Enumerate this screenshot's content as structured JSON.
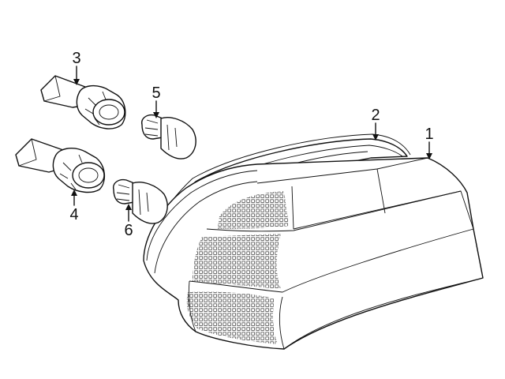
{
  "callouts": [
    {
      "id": "1",
      "label": "1"
    },
    {
      "id": "2",
      "label": "2"
    },
    {
      "id": "3",
      "label": "3"
    },
    {
      "id": "4",
      "label": "4"
    },
    {
      "id": "5",
      "label": "5"
    },
    {
      "id": "6",
      "label": "6"
    }
  ],
  "colors": {
    "line": "#111111",
    "background": "#ffffff"
  }
}
